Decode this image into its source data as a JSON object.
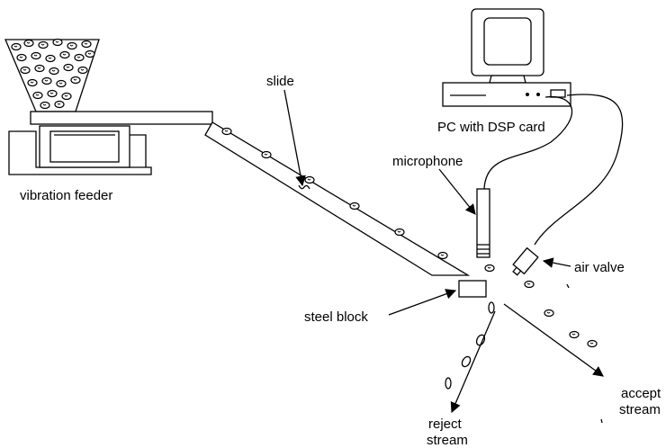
{
  "labels": {
    "slide": "slide",
    "pc": "PC with DSP card",
    "microphone": "microphone",
    "vibration_feeder": "vibration feeder",
    "air_valve": "air valve",
    "steel_block": "steel block",
    "reject_line1": "reject",
    "reject_line2": "stream",
    "accept_line1": "accept",
    "accept_line2": "stream"
  },
  "colors": {
    "ink": "#000000",
    "background": "#ffffff"
  }
}
